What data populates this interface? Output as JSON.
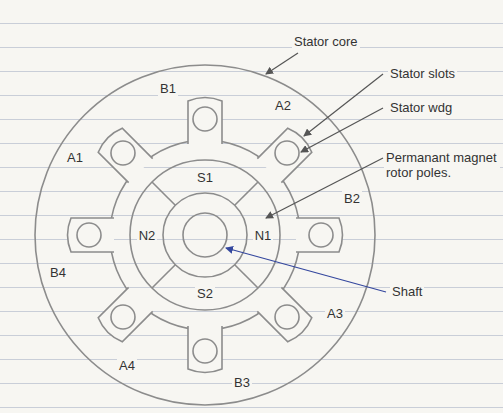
{
  "diagram": {
    "labels": [
      "B1",
      "Stator core",
      "A1",
      "A2",
      "Stator slots",
      "Stator wdg",
      "S1",
      "Permanant magnet rotor poles.",
      "B4",
      "N2",
      "N1",
      "B2",
      "Shaft",
      "S2",
      "A4",
      "A3",
      "B3"
    ]
  }
}
